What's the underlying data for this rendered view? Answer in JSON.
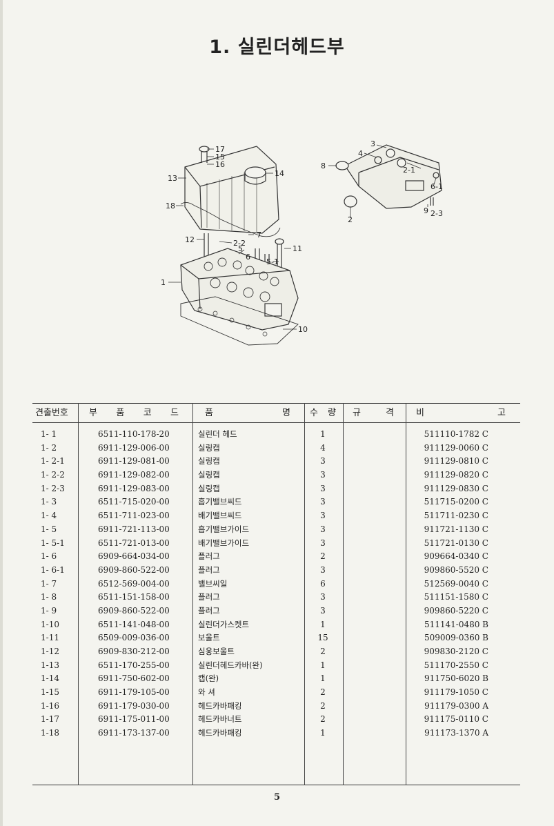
{
  "page": {
    "title": "1. 실린더헤드부",
    "page_number": "5"
  },
  "diagram": {
    "callouts_left": [
      "17",
      "15",
      "16",
      "14",
      "13",
      "18",
      "7",
      "2-2",
      "12",
      "5",
      "6",
      "5-1",
      "11",
      "1",
      "10"
    ],
    "callouts_right": [
      "3",
      "4",
      "8",
      "2-1",
      "6-1",
      "2",
      "9",
      "2-3"
    ]
  },
  "table": {
    "headers": {
      "no": "견출번호",
      "code": [
        "부",
        "품",
        "코",
        "드"
      ],
      "name": [
        "품",
        "명"
      ],
      "qty": [
        "수",
        "량"
      ],
      "spec": [
        "규",
        "격"
      ],
      "remark": [
        "비",
        "고"
      ]
    },
    "rows": [
      {
        "no": "1- 1",
        "code": "6511-110-178-20",
        "name": "실린더  헤드",
        "qty": "1",
        "remark": "511110-1782 C"
      },
      {
        "no": "1- 2",
        "code": "6911-129-006-00",
        "name": "실링캡",
        "qty": "4",
        "remark": "911129-0060 C"
      },
      {
        "no": "1- 2-1",
        "code": "6911-129-081-00",
        "name": "실링캡",
        "qty": "3",
        "remark": "911129-0810 C"
      },
      {
        "no": "1- 2-2",
        "code": "6911-129-082-00",
        "name": "실링캡",
        "qty": "3",
        "remark": "911129-0820 C"
      },
      {
        "no": "1- 2-3",
        "code": "6911-129-083-00",
        "name": "실링캡",
        "qty": "3",
        "remark": "911129-0830 C"
      },
      {
        "no": "1- 3",
        "code": "6511-715-020-00",
        "name": "흡기밸브씨드",
        "qty": "3",
        "remark": "511715-0200 C"
      },
      {
        "no": "1- 4",
        "code": "6511-711-023-00",
        "name": "배기밸브씨드",
        "qty": "3",
        "remark": "511711-0230 C"
      },
      {
        "no": "1- 5",
        "code": "6911-721-113-00",
        "name": "흡기밸브가이드",
        "qty": "3",
        "remark": "911721-1130 C"
      },
      {
        "no": "1- 5-1",
        "code": "6511-721-013-00",
        "name": "배기밸브가이드",
        "qty": "3",
        "remark": "511721-0130 C"
      },
      {
        "no": "1- 6",
        "code": "6909-664-034-00",
        "name": "플러그",
        "qty": "2",
        "remark": "909664-0340 C"
      },
      {
        "no": "1- 6-1",
        "code": "6909-860-522-00",
        "name": "플러그",
        "qty": "3",
        "remark": "909860-5520 C"
      },
      {
        "no": "1- 7",
        "code": "6512-569-004-00",
        "name": "밸브씨일",
        "qty": "6",
        "remark": "512569-0040 C"
      },
      {
        "no": "1- 8",
        "code": "6511-151-158-00",
        "name": "플러그",
        "qty": "3",
        "remark": "511151-1580 C"
      },
      {
        "no": "1- 9",
        "code": "6909-860-522-00",
        "name": "플러그",
        "qty": "3",
        "remark": "909860-5220 C"
      },
      {
        "no": "1-10",
        "code": "6511-141-048-00",
        "name": "실린더가스켓트",
        "qty": "1",
        "remark": "511141-0480 B"
      },
      {
        "no": "1-11",
        "code": "6509-009-036-00",
        "name": "보울트",
        "qty": "15",
        "remark": "509009-0360 B"
      },
      {
        "no": "1-12",
        "code": "6909-830-212-00",
        "name": "심웅보울트",
        "qty": "2",
        "remark": "909830-2120 C"
      },
      {
        "no": "1-13",
        "code": "6511-170-255-00",
        "name": "실린더헤드카바(완)",
        "qty": "1",
        "remark": "511170-2550 C"
      },
      {
        "no": "1-14",
        "code": "6911-750-602-00",
        "name": "캡(완)",
        "qty": "1",
        "remark": "911750-6020 B"
      },
      {
        "no": "1-15",
        "code": "6911-179-105-00",
        "name": "와  셔",
        "qty": "2",
        "remark": "911179-1050 C"
      },
      {
        "no": "1-16",
        "code": "6911-179-030-00",
        "name": "헤드카바패킹",
        "qty": "2",
        "remark": "911179-0300 A"
      },
      {
        "no": "1-17",
        "code": "6911-175-011-00",
        "name": "헤드카바너트",
        "qty": "2",
        "remark": "911175-0110 C"
      },
      {
        "no": "1-18",
        "code": "6911-173-137-00",
        "name": "헤드카바패킹",
        "qty": "1",
        "remark": "911173-1370 A"
      }
    ]
  }
}
